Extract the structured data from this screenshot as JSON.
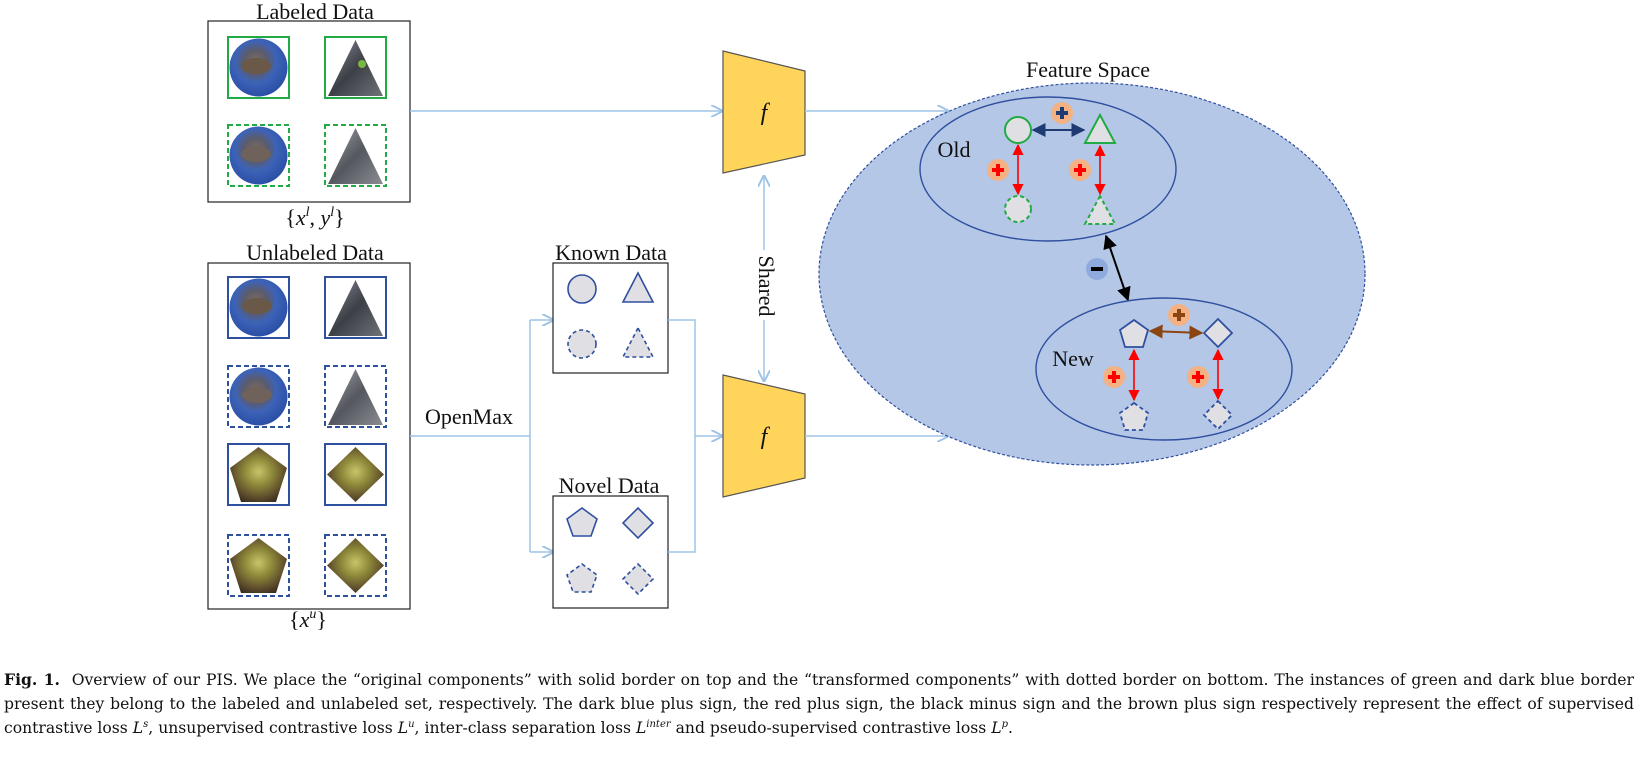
{
  "diagram": {
    "labeled_title": "Labeled Data",
    "labeled_set": "{x^l, y^l}",
    "unlabeled_title": "Unlabeled Data",
    "unlabeled_set": "{x^u}",
    "openmax_label": "OpenMax",
    "known_title": "Known Data",
    "novel_title": "Novel Data",
    "shared_label": "Shared",
    "encoder_label": "f",
    "feature_space_title": "Feature Space",
    "old_label": "Old",
    "new_label": "New"
  },
  "caption": {
    "fig_label": "Fig. 1.",
    "part1": "Overview of our PIS. We place the “original components” with solid border on top and the “transformed components” with dotted border on bottom. The instances of green and dark blue border present they belong to the labeled and unlabeled set, respectively. The dark blue plus sign, the red plus sign, the black minus sign and the brown plus sign respectively represent the effect of supervised contrastive loss ",
    "Ls": "L",
    "Ls_sup": "s",
    "part2": ", unsupervised contrastive loss ",
    "Lu": "L",
    "Lu_sup": "u",
    "part3": ", inter-class separation loss ",
    "Linter": "L",
    "Linter_sup": "inter",
    "part4": " and pseudo-supervised contrastive loss ",
    "Lp": "L",
    "Lp_sup": "p",
    "part5": "."
  },
  "colors": {
    "labeled_border": "#22aa44",
    "unlabeled_border": "#2f4f9f",
    "arrow": "#9dc3e6",
    "encoder": "#ffd45a",
    "feature_space": "#b4c7e7",
    "plus_blue": "#1f3b73",
    "plus_red": "#ff0000",
    "plus_brown": "#8b4513",
    "minus_black": "#000000",
    "badge_orange": "#f4b183",
    "badge_blue": "#8faadc"
  }
}
